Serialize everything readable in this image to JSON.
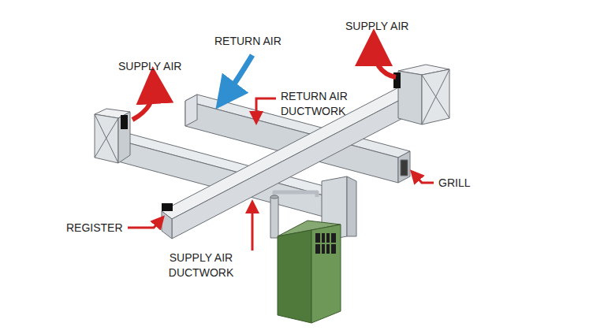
{
  "diagram": {
    "labels": [
      "SUPPLY AIR",
      "RETURN AIR",
      "SUPPLY AIR",
      "RETURN AIR DUCTWORK",
      "GRILL",
      "REGISTER",
      "SUPPLY AIR DUCTWORK"
    ]
  }
}
